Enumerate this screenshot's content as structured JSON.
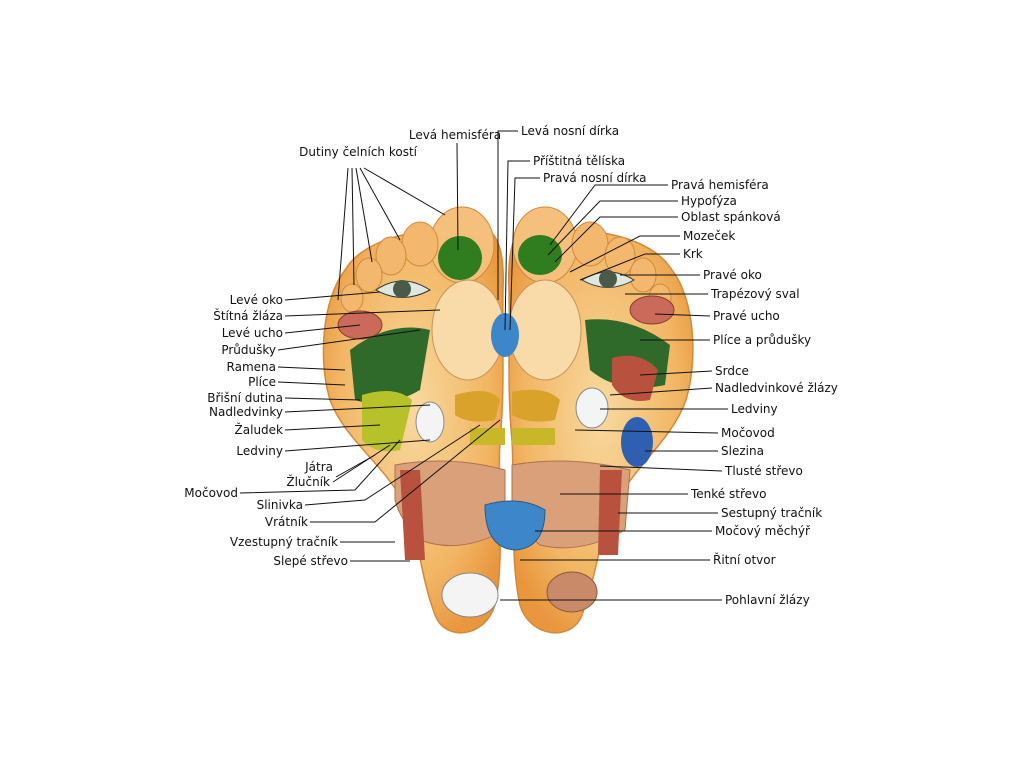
{
  "diagram": {
    "left_labels": [
      "Dutiny čelních kostí",
      "Levá hemisféra",
      "Levé oko",
      "Štítná žláza",
      "Levé ucho",
      "Průdušky",
      "Ramena",
      "Plíce",
      "Břišní dutina",
      "Nadledvinky",
      "Žaludek",
      "Ledviny",
      "Játra",
      "Žlučník",
      "Močovod",
      "Slinivka",
      "Vrátník",
      "Vzestupný tračník",
      "Slepé střevo"
    ],
    "right_labels": [
      "Levá nosní dírka",
      "Příštitná tělíska",
      "Pravá nosní dírka",
      "Pravá hemisféra",
      "Hypofýza",
      "Oblast spánková",
      "Mozeček",
      "Krk",
      "Pravé oko",
      "Trapézový sval",
      "Pravé ucho",
      "Plíce a průdušky",
      "Srdce",
      "Nadledvinkové žlázy",
      "Ledviny",
      "Močovod",
      "Slezina",
      "Tlusté střevo",
      "Tenké střevo",
      "Sestupný tračník",
      "Močový měchýř",
      "Řitní otvor",
      "Pohlavní žlázy"
    ]
  }
}
